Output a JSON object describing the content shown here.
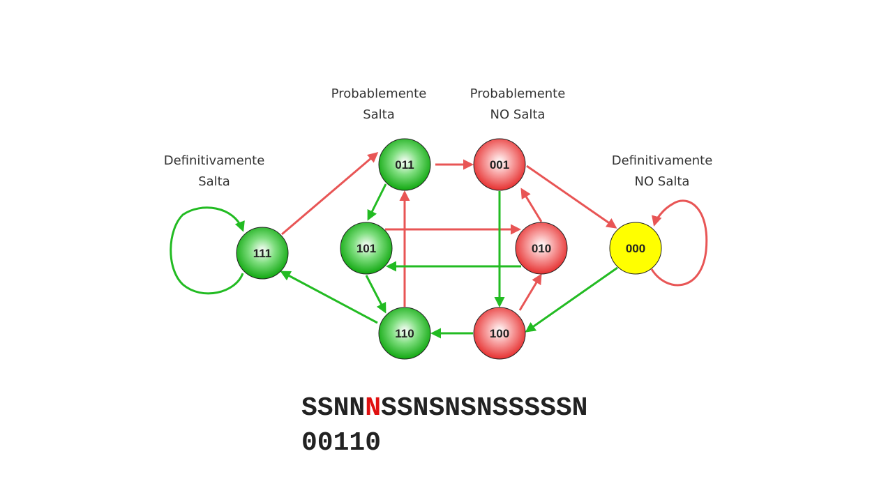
{
  "captions": {
    "def_salta": [
      "Definitivamente",
      "Salta"
    ],
    "prob_salta": [
      "Probablemente",
      "Salta"
    ],
    "prob_no_salta": [
      "Probablemente",
      "NO Salta"
    ],
    "def_no_salta": [
      "Definitivamente",
      "NO Salta"
    ]
  },
  "states": [
    {
      "id": "111",
      "label": "111",
      "fill": "green"
    },
    {
      "id": "011",
      "label": "011",
      "fill": "green"
    },
    {
      "id": "101",
      "label": "101",
      "fill": "green"
    },
    {
      "id": "110",
      "label": "110",
      "fill": "green"
    },
    {
      "id": "001",
      "label": "001",
      "fill": "red"
    },
    {
      "id": "010",
      "label": "010",
      "fill": "red"
    },
    {
      "id": "100",
      "label": "100",
      "fill": "red"
    },
    {
      "id": "000",
      "label": "000",
      "fill": "yellow"
    }
  ],
  "sequence": {
    "before": "SSNN",
    "highlight": "N",
    "after": "SSNSNSNSSSSSN"
  },
  "history": "00110",
  "colors": {
    "taken_edge": "#22bb22",
    "not_taken_edge": "#e85555",
    "highlight_char": "#e01010",
    "current_state": "#ffff00"
  }
}
